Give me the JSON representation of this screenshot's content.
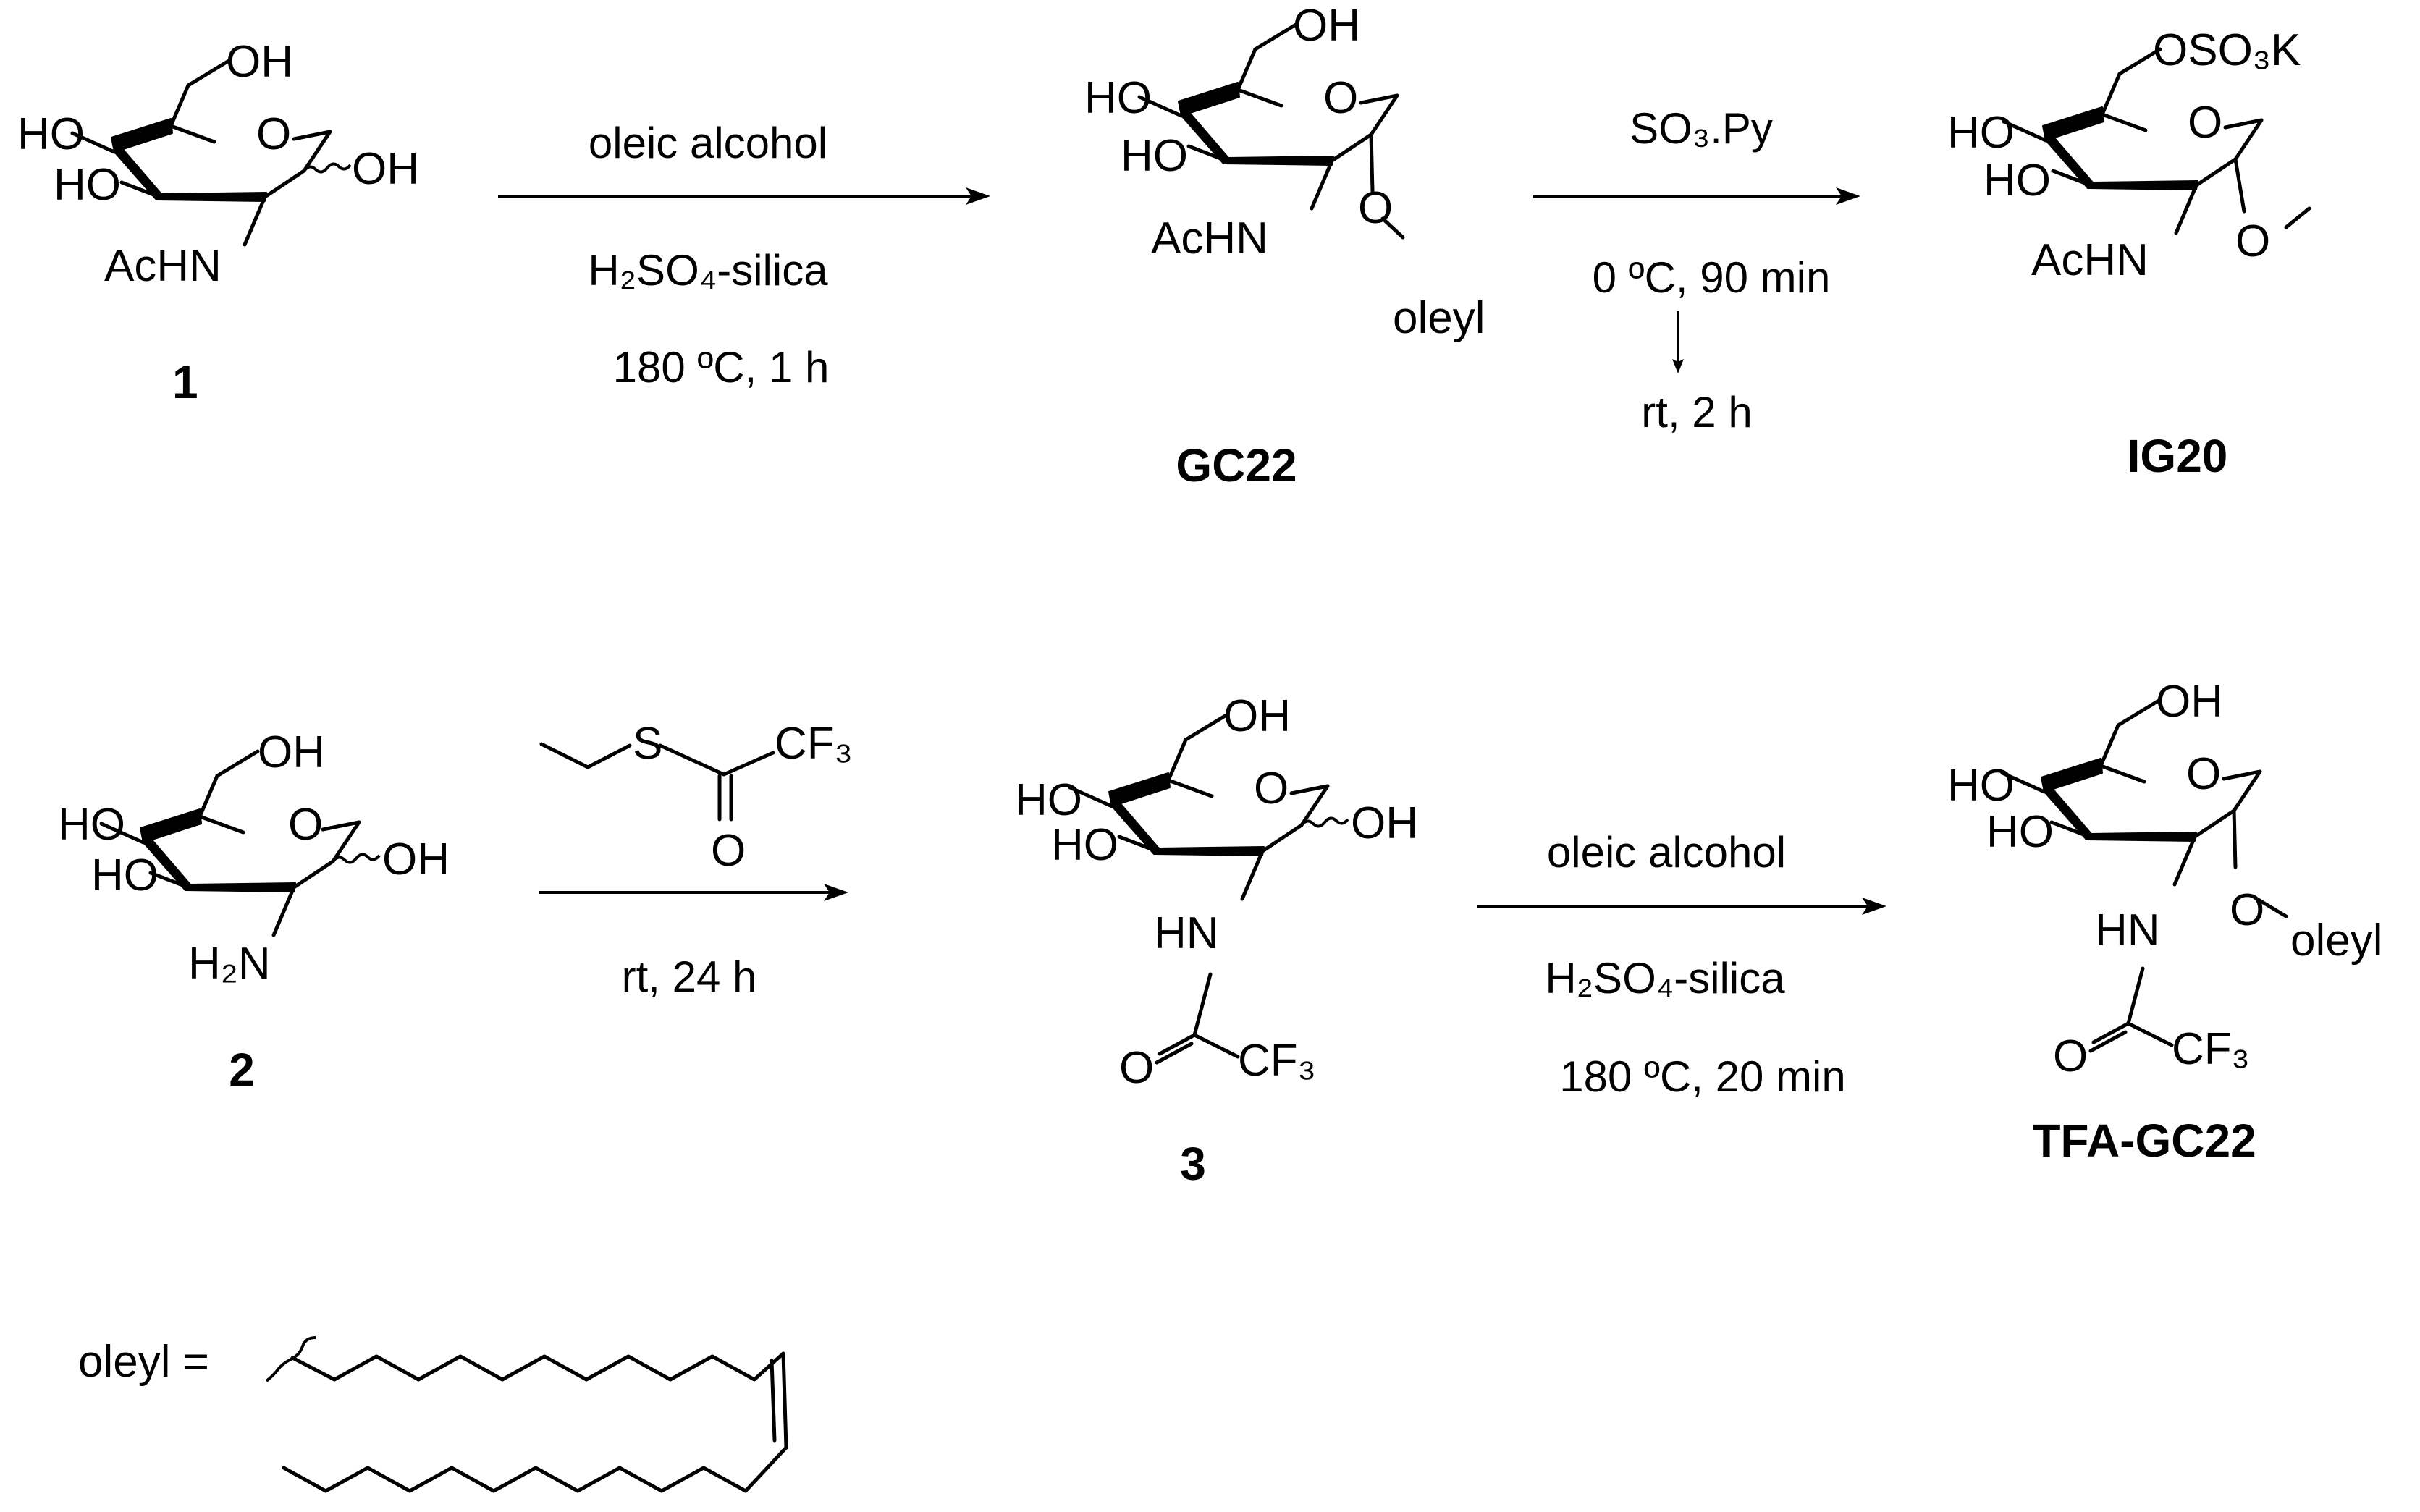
{
  "labels": {
    "oh": "OH",
    "ho": "HO",
    "achn": "AcHN",
    "hn": "HN",
    "h2n": "H₂N",
    "o": "O",
    "s": "S",
    "cf3": "CF₃",
    "oleyl": "oleyl",
    "oso3k": "OSO₃K"
  },
  "step1": {
    "reagent": "oleic alcohol",
    "catalyst": "H₂SO₄-silica",
    "conditions": "180 ºC, 1 h"
  },
  "step2": {
    "reagent": "SO₃.Py",
    "conditions1": "0 ºC, 90 min",
    "conditions2": "rt, 2 h"
  },
  "step3": {
    "conditions": "rt, 24 h"
  },
  "step4": {
    "reagent": "oleic alcohol",
    "catalyst": "H₂SO₄-silica",
    "conditions": "180 ºC, 20 min"
  },
  "compounds": {
    "c1": "1",
    "gc22": "GC22",
    "ig20": "IG20",
    "c2": "2",
    "c3": "3",
    "tfa_gc22": "TFA-GC22"
  },
  "oleyl_definition": "oleyl ="
}
